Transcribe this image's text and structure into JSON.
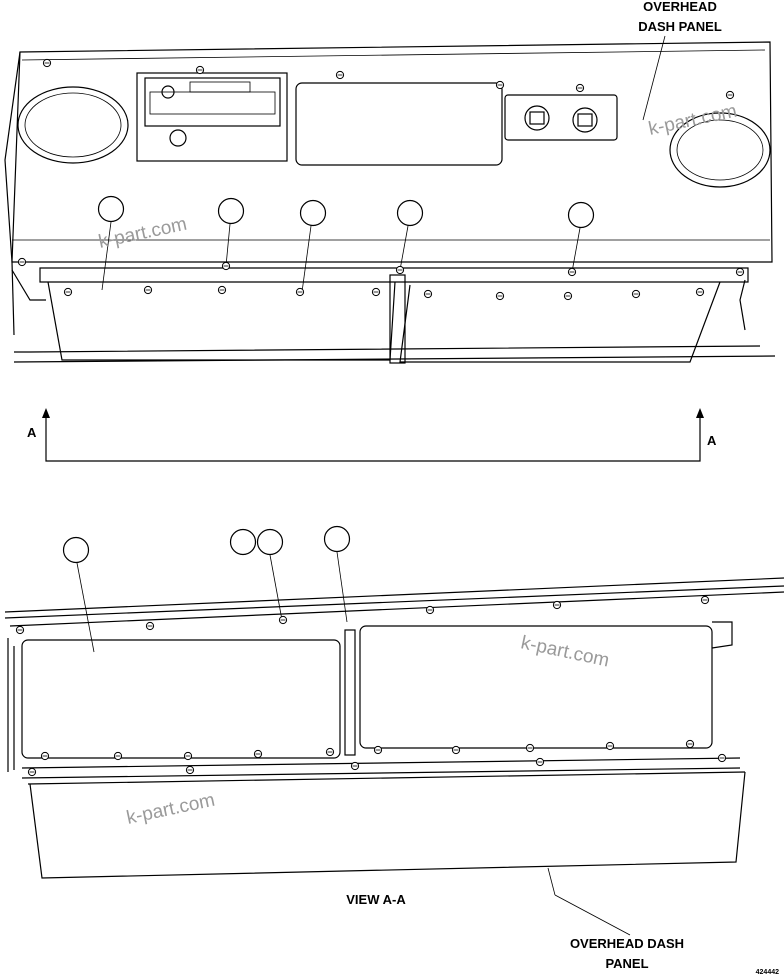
{
  "labels": {
    "top_panel": [
      "OVERHEAD",
      "DASH PANEL"
    ],
    "view_marker_left": "A",
    "view_marker_right": "A",
    "view_title": "VIEW A-A",
    "bottom_panel": [
      "OVERHEAD DASH",
      "PANEL"
    ],
    "figure_number": "424442"
  },
  "watermark": "k-part.com",
  "icons": [
    "speaker-grille",
    "radio",
    "switch",
    "screw"
  ]
}
